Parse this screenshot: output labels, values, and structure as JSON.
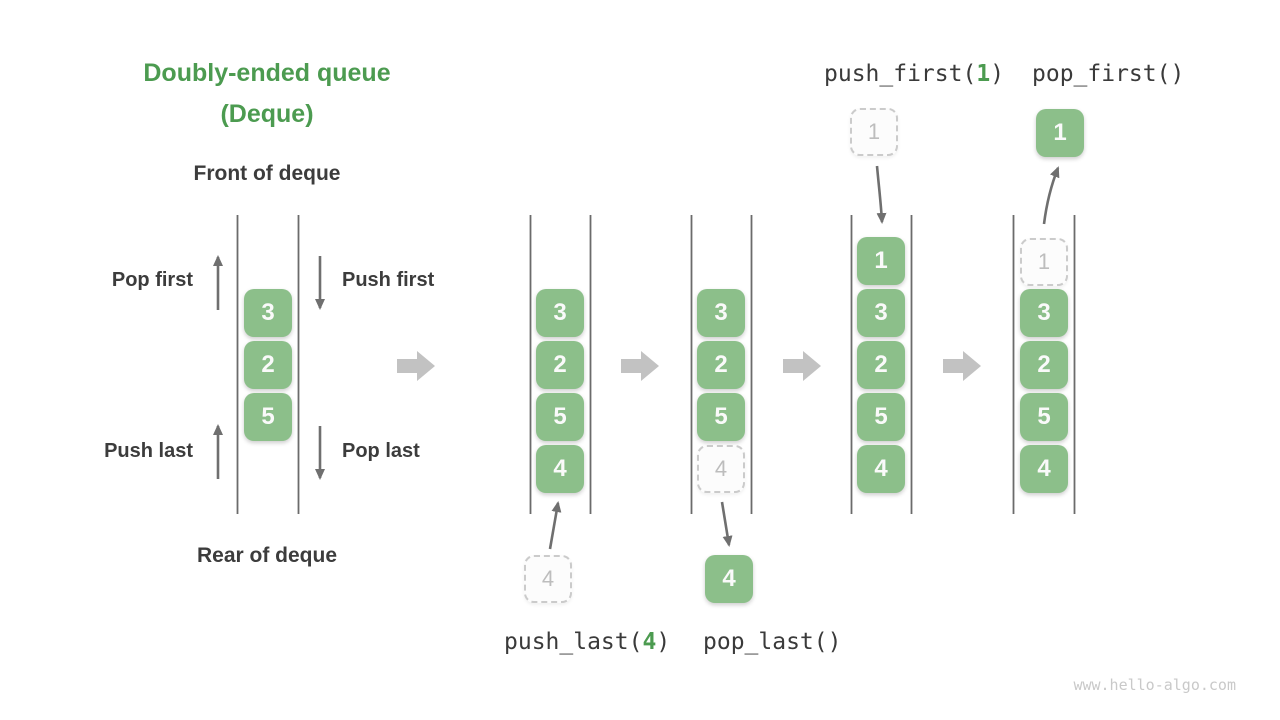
{
  "title": {
    "line1": "Doubly-ended queue",
    "line2": "(Deque)"
  },
  "labels": {
    "front_of_deque": "Front of deque",
    "rear_of_deque": "Rear of deque",
    "pop_first": "Pop first",
    "push_first": "Push first",
    "push_last": "Push last",
    "pop_last": "Pop last"
  },
  "operations": {
    "push_last": {
      "prefix": "push_last(",
      "arg": "4",
      "suffix": ")"
    },
    "pop_last": {
      "label": "pop_last()"
    },
    "push_first": {
      "prefix": "push_first(",
      "arg": "1",
      "suffix": ")"
    },
    "pop_first": {
      "label": "pop_first()"
    }
  },
  "queues": [
    {
      "cells": [
        "3",
        "2",
        "5"
      ]
    },
    {
      "cells": [
        "3",
        "2",
        "5",
        "4"
      ]
    },
    {
      "cells": [
        "3",
        "2",
        "5"
      ],
      "ghost": "4"
    },
    {
      "cells": [
        "1",
        "3",
        "2",
        "5",
        "4"
      ]
    },
    {
      "cells": [
        "3",
        "2",
        "5",
        "4"
      ],
      "ghost": "1"
    }
  ],
  "floating_items": {
    "push_last_source": "4",
    "pop_last_result": "4",
    "push_first_source": "1",
    "pop_first_result": "1"
  },
  "watermark": "www.hello-algo.com",
  "colors": {
    "cell_green": "#8CBF8A",
    "title_green": "#4C9B50",
    "label_dark": "#3C3C3C",
    "ghost_gray": "#BDBDBD",
    "ghost_border": "#CBCBCB",
    "arrow_gray": "#6F6F6F",
    "fat_arrow_gray": "#C2C2C2",
    "rail_gray": "#6B6B6B",
    "watermark_gray": "#C9C9C9"
  }
}
